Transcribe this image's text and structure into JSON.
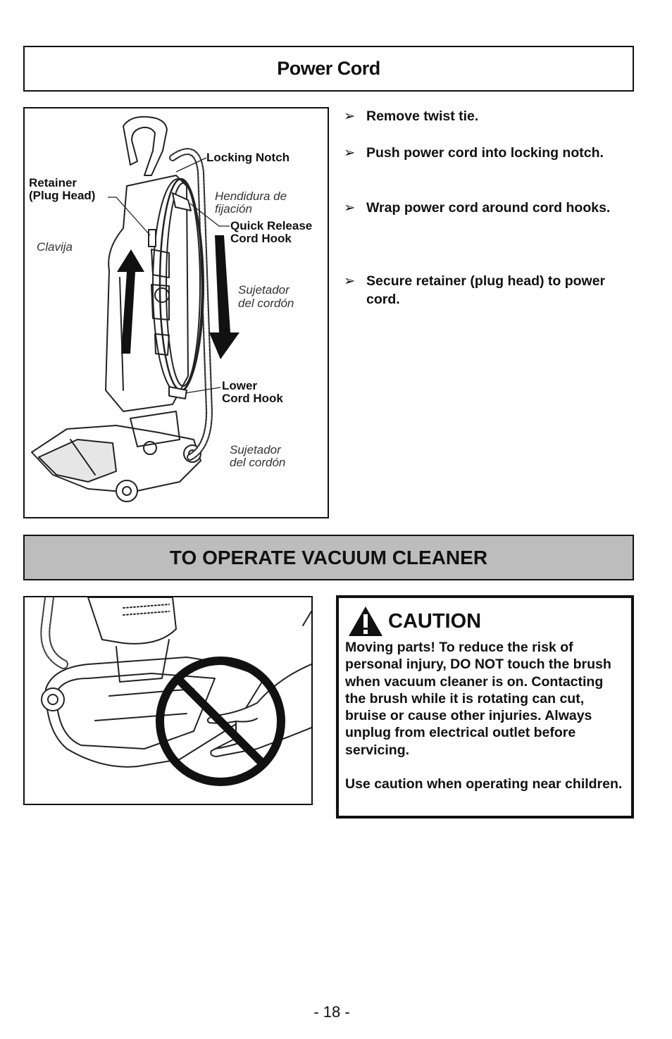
{
  "power_cord": {
    "title": "Power Cord",
    "labels": {
      "locking_notch": "Locking Notch",
      "retainer_1": "Retainer",
      "retainer_2": "(Plug Head)",
      "hendidura_1": "Hendidura de",
      "hendidura_2": "fijación",
      "quick_release_1": "Quick Release",
      "quick_release_2": "Cord Hook",
      "clavija": "Clavija",
      "sujetador_upper_1": "Sujetador",
      "sujetador_upper_2": "del cordón",
      "lower_hook_1": "Lower",
      "lower_hook_2": "Cord Hook",
      "sujetador_lower_1": "Sujetador",
      "sujetador_lower_2": "del cordón"
    },
    "steps": [
      "Remove twist tie.",
      "Push power cord into locking notch.",
      "Wrap power cord around cord hooks.",
      "Secure retainer (plug head) to power cord."
    ],
    "step_marker": "➢"
  },
  "operate": {
    "title": "TO OPERATE VACUUM CLEANER",
    "caution_title": "CAUTION",
    "caution_text": "Moving parts! To reduce the risk of personal injury, DO NOT touch the brush when vacuum cleaner is on. Contacting the brush while it is rotating can cut,  bruise or cause other injuries. Always unplug from electrical outlet before servicing.",
    "caution_text2": "Use caution when operating near children."
  },
  "page_number": "- 18 -"
}
